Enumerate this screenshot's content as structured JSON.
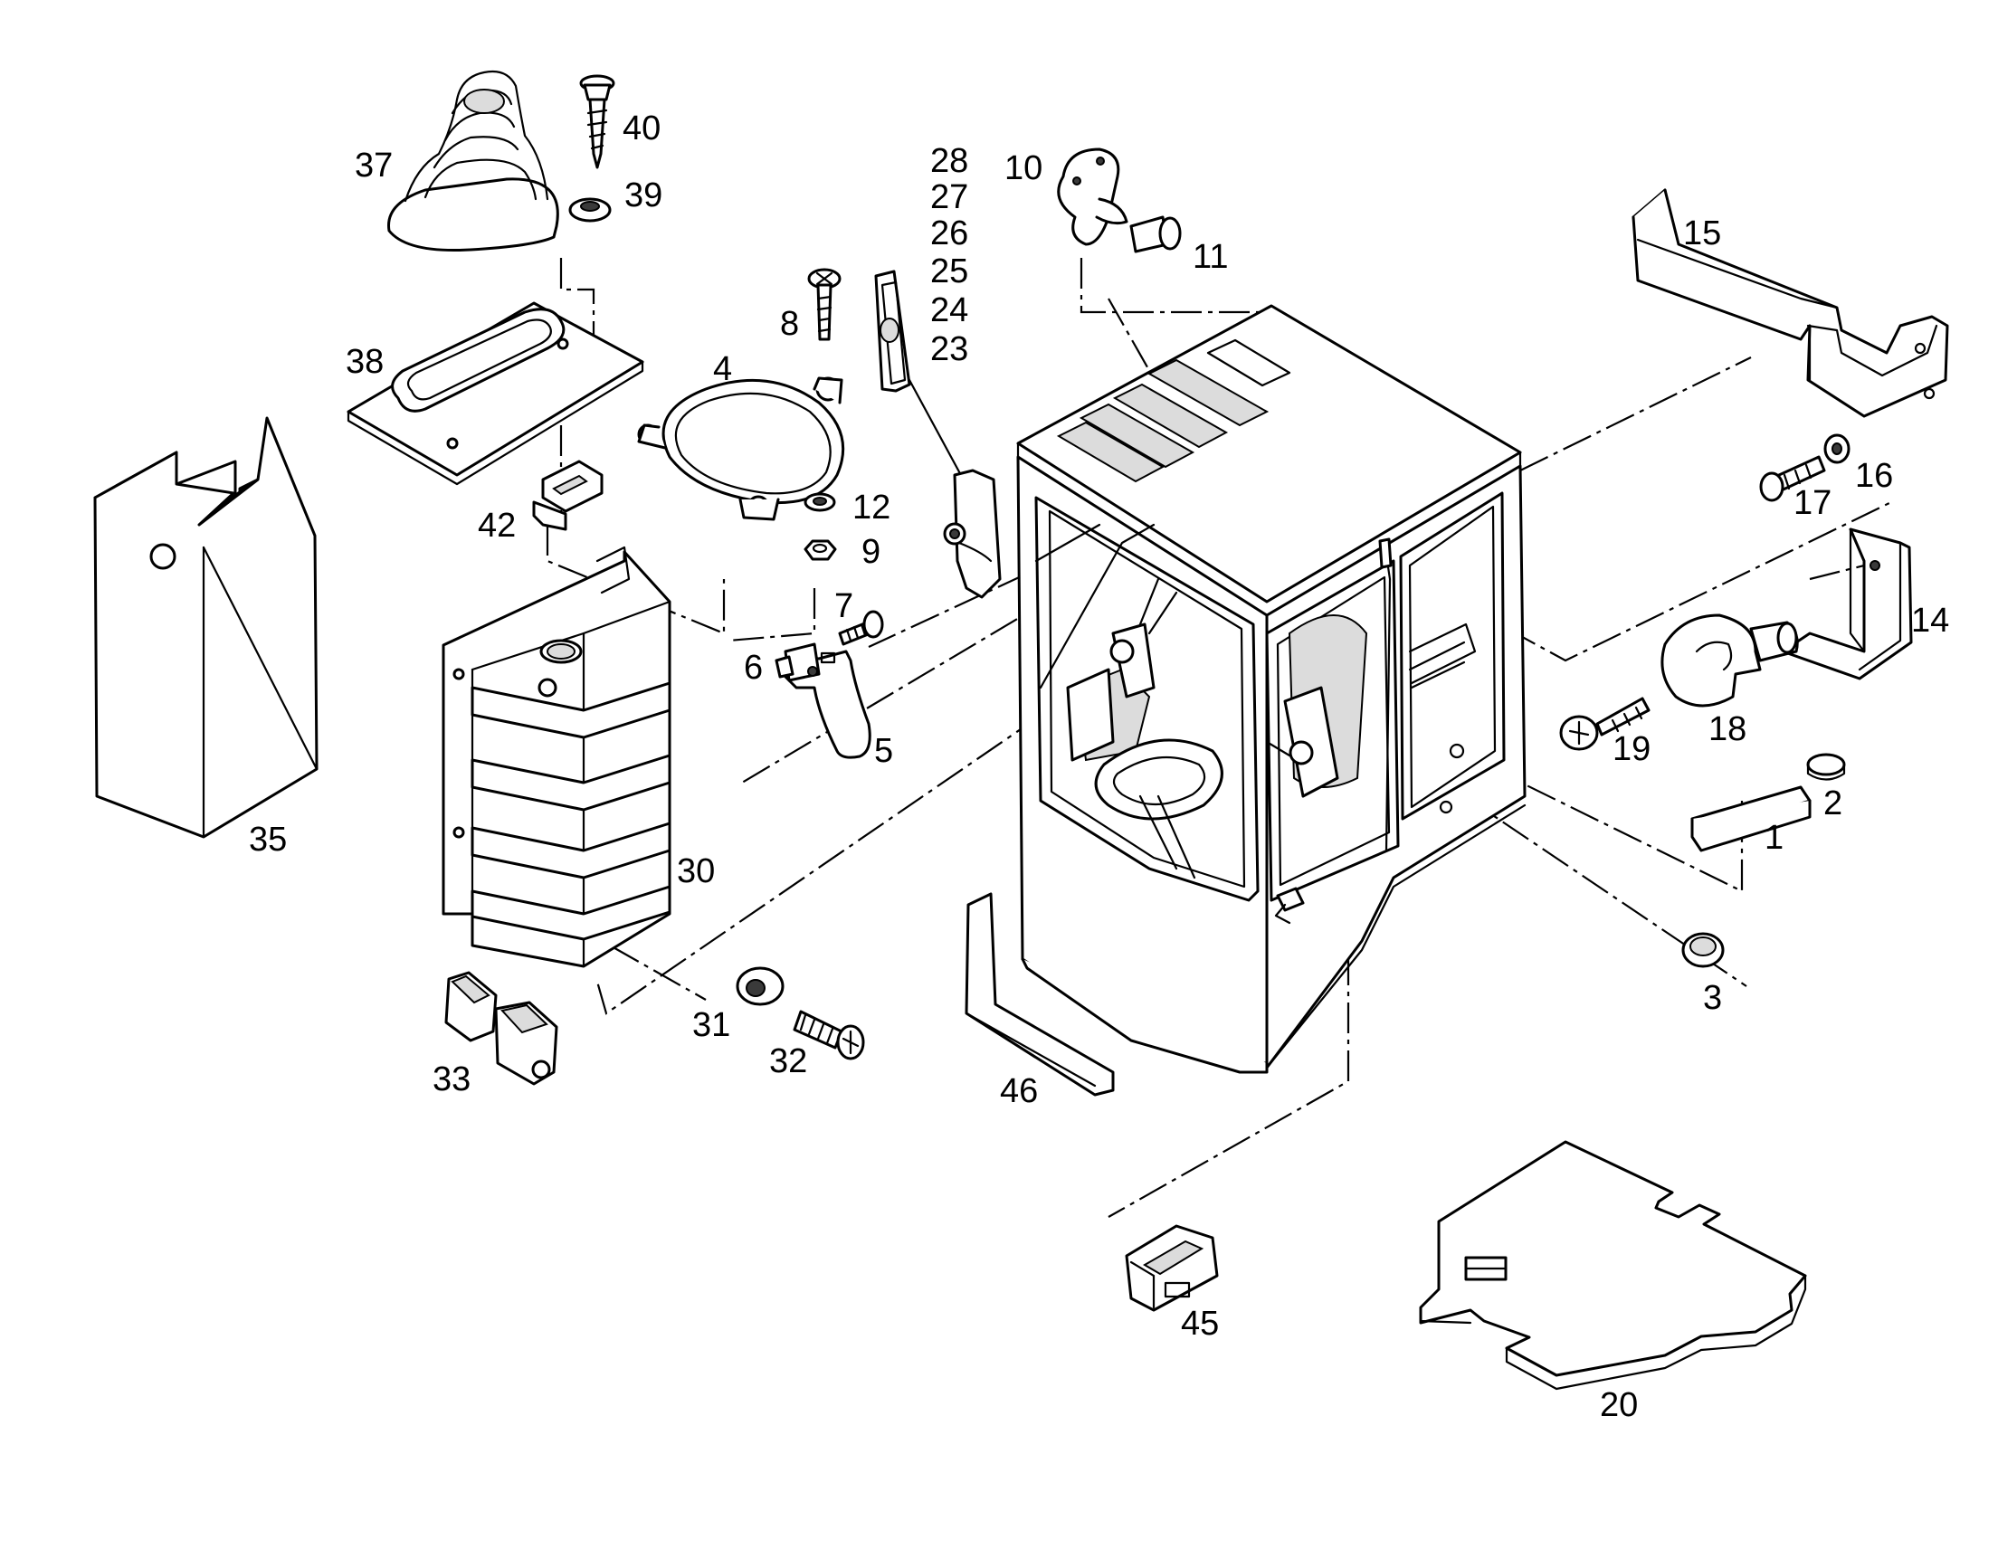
{
  "callouts": [
    "40",
    "37",
    "39",
    "38",
    "42",
    "35",
    "30",
    "33",
    "31",
    "32",
    "8",
    "4",
    "12",
    "9",
    "7",
    "6",
    "5",
    "28",
    "27",
    "26",
    "25",
    "24",
    "23",
    "10",
    "11",
    "15",
    "16",
    "17",
    "14",
    "19",
    "18",
    "2",
    "1",
    "3",
    "46",
    "45",
    "20"
  ]
}
